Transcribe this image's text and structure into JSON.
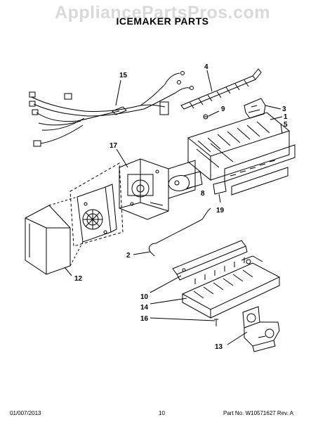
{
  "watermark": "AppliancePartsPros.com",
  "title": "ICEMAKER PARTS",
  "callouts": {
    "c1": "1",
    "c2": "2",
    "c3": "3",
    "c4": "4",
    "c5": "5",
    "c8": "8",
    "c9": "9",
    "c10": "10",
    "c12": "12",
    "c13": "13",
    "c14": "14",
    "c15": "15",
    "c16": "16",
    "c17": "17",
    "c19": "19"
  },
  "footer": {
    "date": "01/007/2013",
    "page": "10",
    "part": "Part No. W10571627  Rev. A"
  }
}
